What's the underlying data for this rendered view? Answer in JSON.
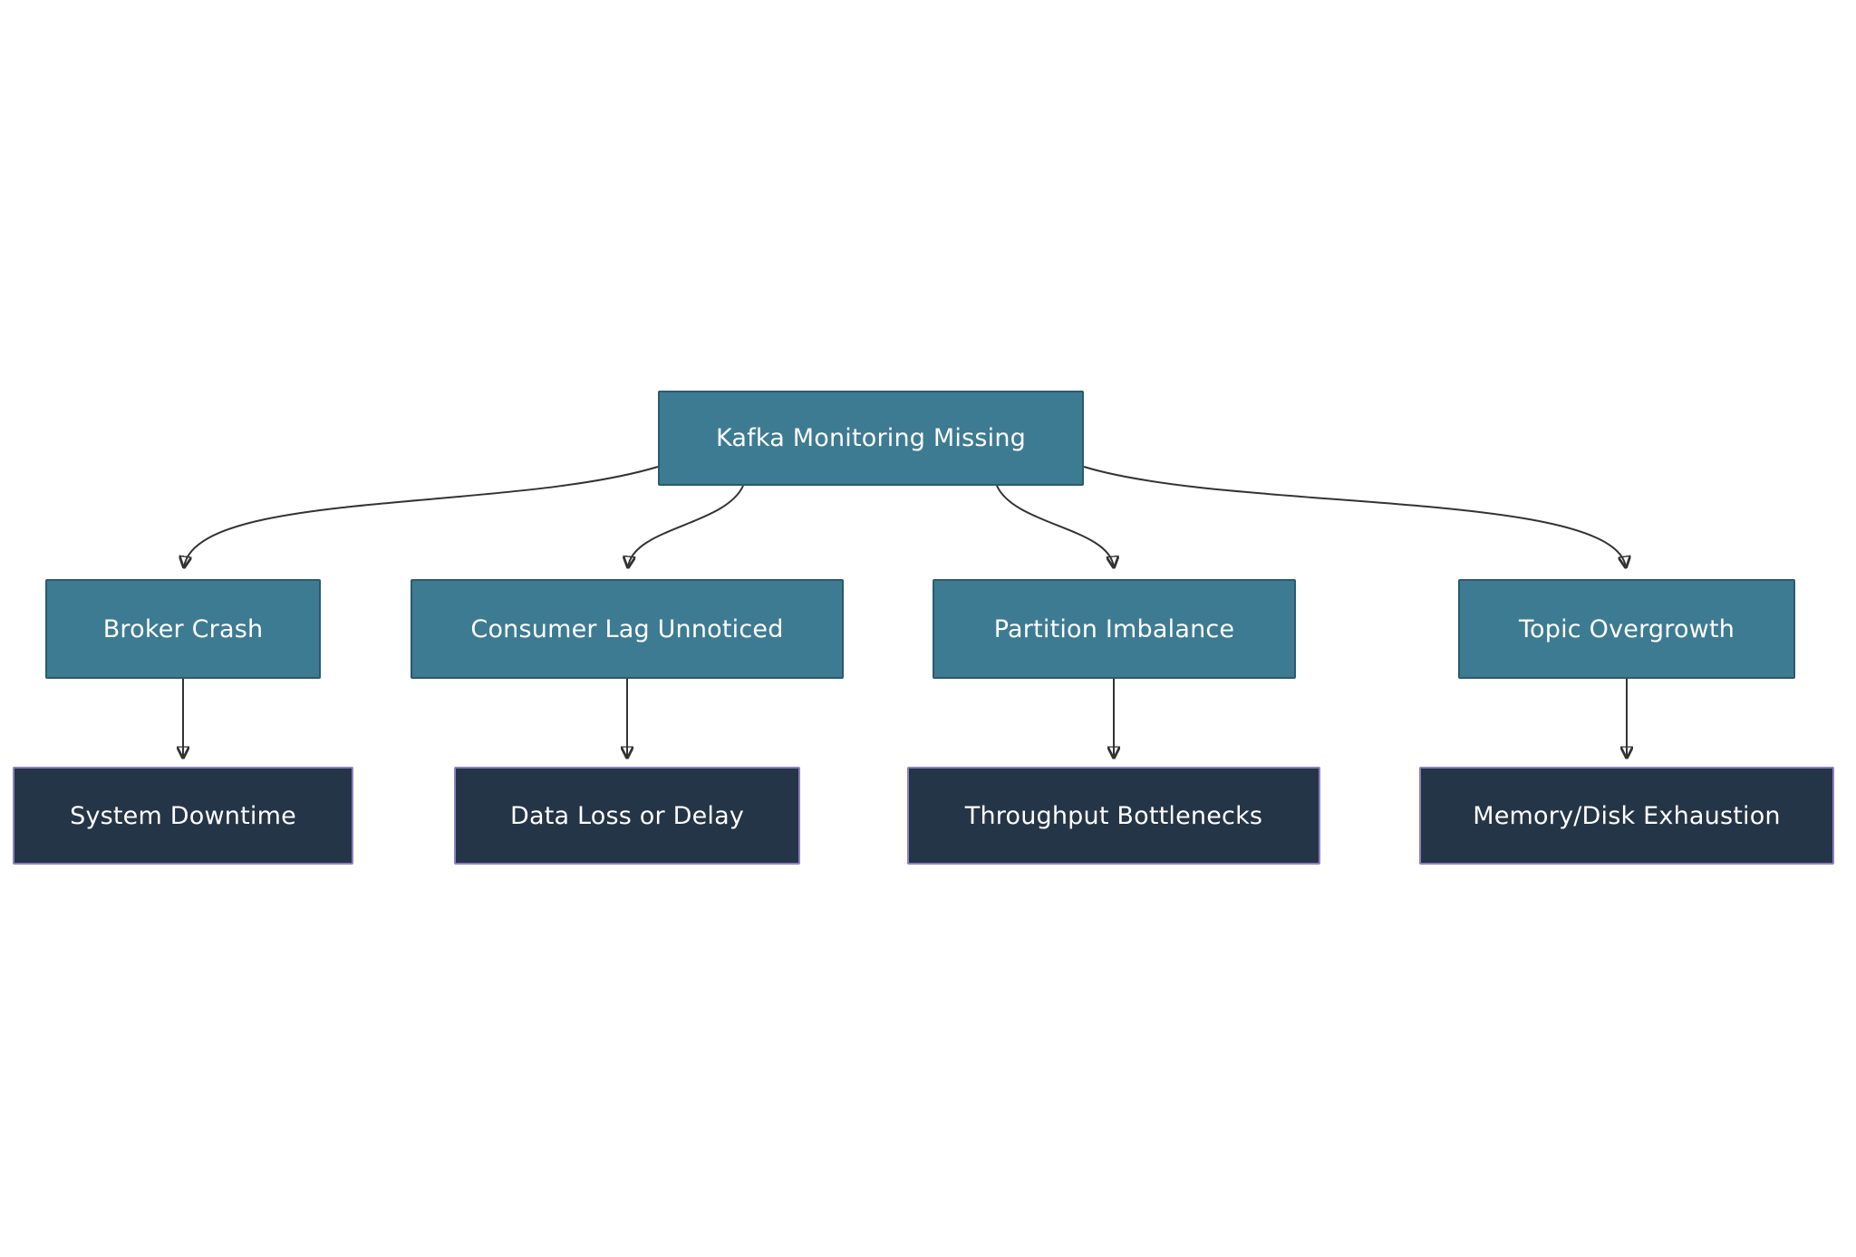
{
  "diagram": {
    "title": "Kafka Monitoring Missing flowchart",
    "root": {
      "label": "Kafka Monitoring Missing"
    },
    "branches": [
      {
        "cause": "Broker Crash",
        "effect": "System Downtime"
      },
      {
        "cause": "Consumer Lag Unnoticed",
        "effect": "Data Loss or Delay"
      },
      {
        "cause": "Partition Imbalance",
        "effect": "Throughput Bottlenecks"
      },
      {
        "cause": "Topic Overgrowth",
        "effect": "Memory/Disk Exhaustion"
      }
    ]
  },
  "colors": {
    "background": "#ffffff",
    "cause_fill": "#3d7b93",
    "cause_border": "#2a5a70",
    "effect_fill": "#253548",
    "effect_border": "#8f7fc0",
    "text": "#ffffff",
    "edge": "#333333"
  }
}
